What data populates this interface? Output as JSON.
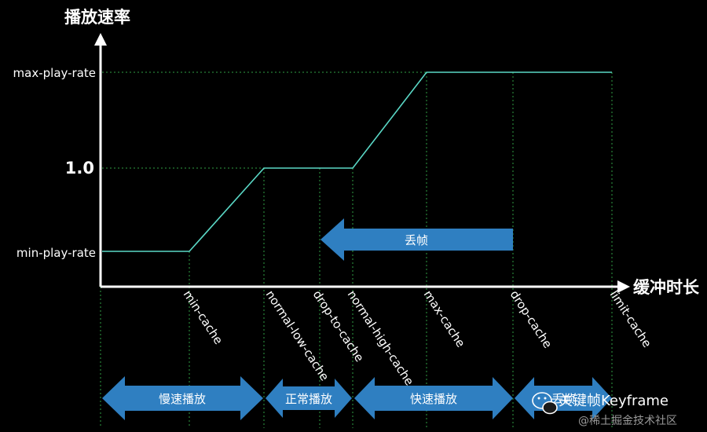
{
  "diagram": {
    "y_axis_label": "播放速率",
    "x_axis_label": "缓冲时长",
    "y_ticks": [
      "max-play-rate",
      "1.0",
      "min-play-rate"
    ],
    "x_ticks": [
      "min-cache",
      "normal-low-cache",
      "drop-to-cache",
      "normal-high-cache",
      "max-cache",
      "drop-cache",
      "limit-cache"
    ],
    "drop_arrow_label": "丢帧",
    "phases": [
      "慢速播放",
      "正常播放",
      "快速播放",
      "丢帧"
    ],
    "colors": {
      "curve": "#5ad8c6",
      "arrow": "#2f7fc1",
      "grid": "#2f9e45",
      "axis": "#ffffff",
      "background": "#000000"
    }
  },
  "watermark": {
    "brand": "关键帧Keyframe",
    "site": "@稀土掘金技术社区"
  }
}
